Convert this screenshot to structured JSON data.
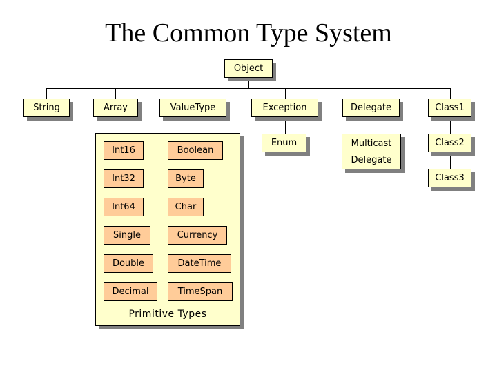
{
  "page": {
    "title": "The Common Type System",
    "colors": {
      "node_fill": "#FFFFCC",
      "primitive_fill": "#FFCC99",
      "border": "#000000",
      "shadow": "#808080",
      "background": "#FFFFFF"
    }
  },
  "root": {
    "label": "Object"
  },
  "level1": [
    {
      "label": "String"
    },
    {
      "label": "Array"
    },
    {
      "label": "ValueType"
    },
    {
      "label": "Exception"
    },
    {
      "label": "Delegate"
    },
    {
      "label": "Class1"
    }
  ],
  "level2": [
    {
      "label": "Enum"
    },
    {
      "label_line1": "Multicast",
      "label_line2": "Delegate"
    },
    {
      "label": "Class2"
    }
  ],
  "level3": [
    {
      "label": "Class3"
    }
  ],
  "primitive_panel": {
    "caption": "Primitive Types",
    "left_column": [
      "Int16",
      "Int32",
      "Int64",
      "Single",
      "Double",
      "Decimal"
    ],
    "right_column": [
      "Boolean",
      "Byte",
      "Char",
      "Currency",
      "DateTime",
      "TimeSpan"
    ]
  }
}
